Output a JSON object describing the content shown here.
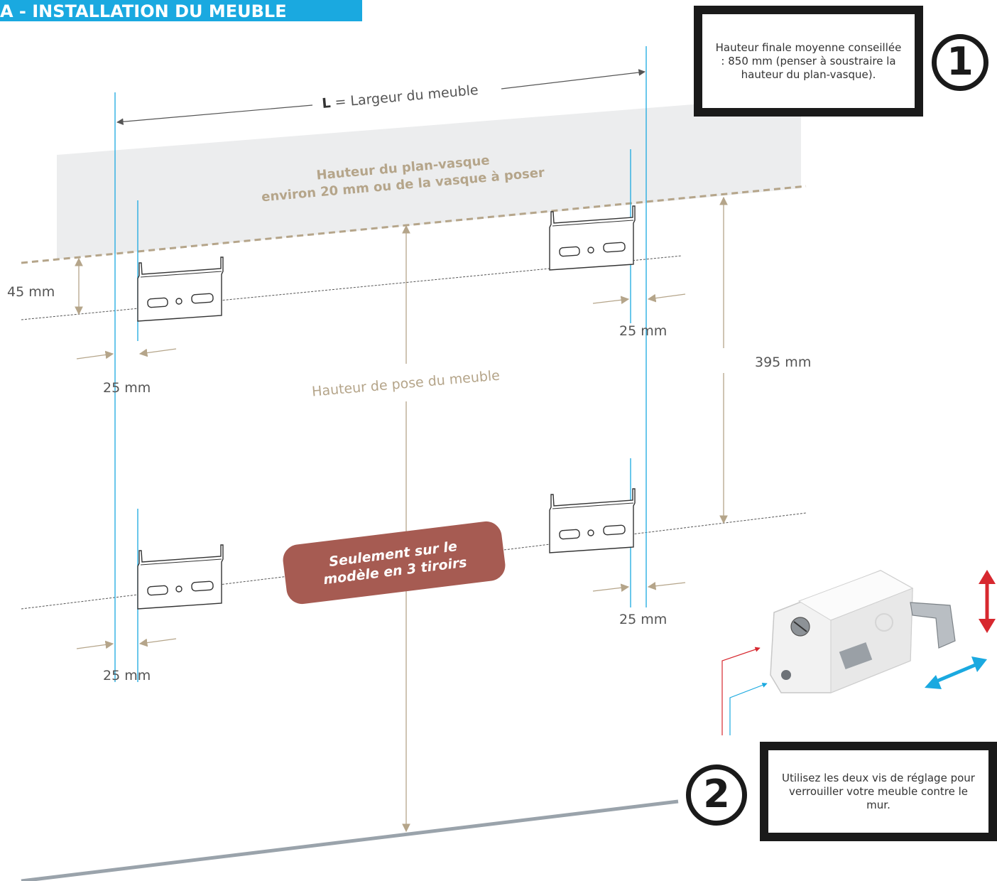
{
  "header": {
    "section_title": "A - INSTALLATION DU MEUBLE"
  },
  "notes": {
    "step1": {
      "number": "1",
      "text": "Hauteur finale moyenne conseillée : 850 mm (penser à soustraire la hauteur du plan-vasque)."
    },
    "step2": {
      "number": "2",
      "text": "Utilisez les deux vis de réglage pour verrouiller votre meuble contre le mur."
    }
  },
  "diagram": {
    "width_label_letter": "L",
    "width_label_text": " = Largeur du meuble",
    "plan_vasque_line1": "Hauteur du plan-vasque",
    "plan_vasque_line2": "environ 20 mm ou de la vasque à poser",
    "pose_height_label": "Hauteur de pose du meuble",
    "offset_45": "45 mm",
    "offset_395": "395 mm",
    "offset_25_a": "25 mm",
    "offset_25_b": "25 mm",
    "offset_25_c": "25 mm",
    "offset_25_d": "25 mm",
    "badge_3_drawers": "Seulement sur le modèle en  3 tiroirs"
  },
  "colors": {
    "accent_blue": "#1aa9e0",
    "dimension_tan": "#b5a58a",
    "badge_red": "#a65b52",
    "adjust_red": "#d7282f",
    "adjust_blue": "#1aa9e0",
    "floor_gray": "#9aa3ab"
  },
  "icons": {
    "wall_bracket": "bracket-icon",
    "adjuster_part": "adjuster-icon"
  }
}
